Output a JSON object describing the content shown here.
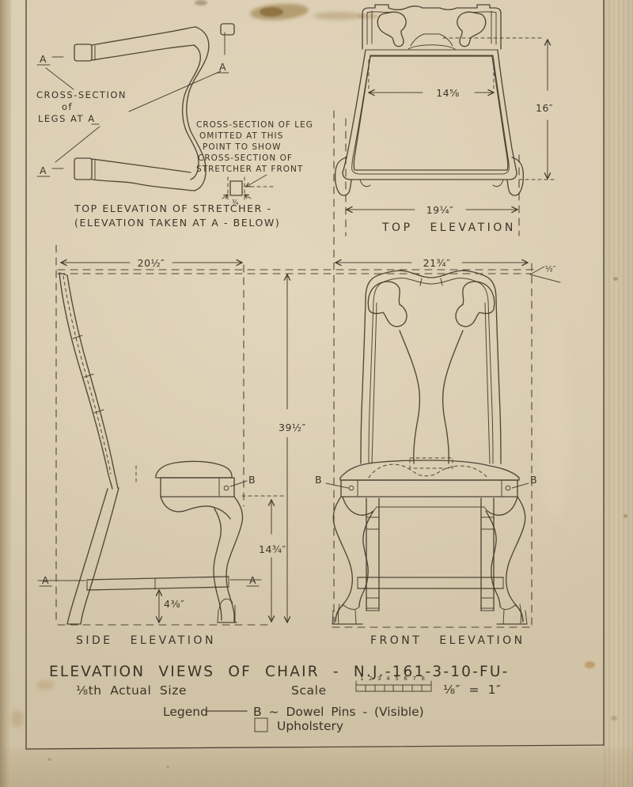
{
  "sheet": {
    "stretcher_panel": {
      "a": "A",
      "caption": [
        "CROSS-SECTION",
        "of",
        "LEGS AT A"
      ],
      "note": [
        "CROSS-SECTION OF LEG",
        "OMITTED AT THIS",
        "POINT TO SHOW",
        "CROSS-SECTION OF",
        "STRETCHER AT FRONT"
      ],
      "title_line1": "TOP ELEVATION OF STRETCHER -",
      "title_line2": "(ELEVATION TAKEN AT A - BELOW)",
      "stretcher_thickness": "¾"
    },
    "top_elevation": {
      "caption": "TOP ELEVATION",
      "dim_seat_back_width": "14⅝",
      "dim_depth": "16″",
      "dim_front_width": "19¼″"
    },
    "side_elevation": {
      "caption": "SIDE ELEVATION",
      "dim_overall_depth": "20½″",
      "dim_overall_height": "39½″",
      "dim_seat_height": "14¾″",
      "dim_stretcher_height": "4⅜″",
      "a": "A",
      "b": "B"
    },
    "front_elevation": {
      "caption": "FRONT ELEVATION",
      "dim_overall_width": "21¾″",
      "dim_offset": "½″",
      "b": "B"
    },
    "title_block": {
      "title": "ELEVATION VIEWS OF CHAIR - N.J.-161-3-10-FU-",
      "scale_note": "⅛th Actual Size",
      "scale_label": "Scale",
      "scale_ruler_numbers": "12345678",
      "scale_equation": "⅛″ = 1″",
      "legend_label": "Legend",
      "legend_dowel": "B ~ Dowel Pins - (Visible)",
      "legend_upholstery": "Upholstery"
    }
  }
}
